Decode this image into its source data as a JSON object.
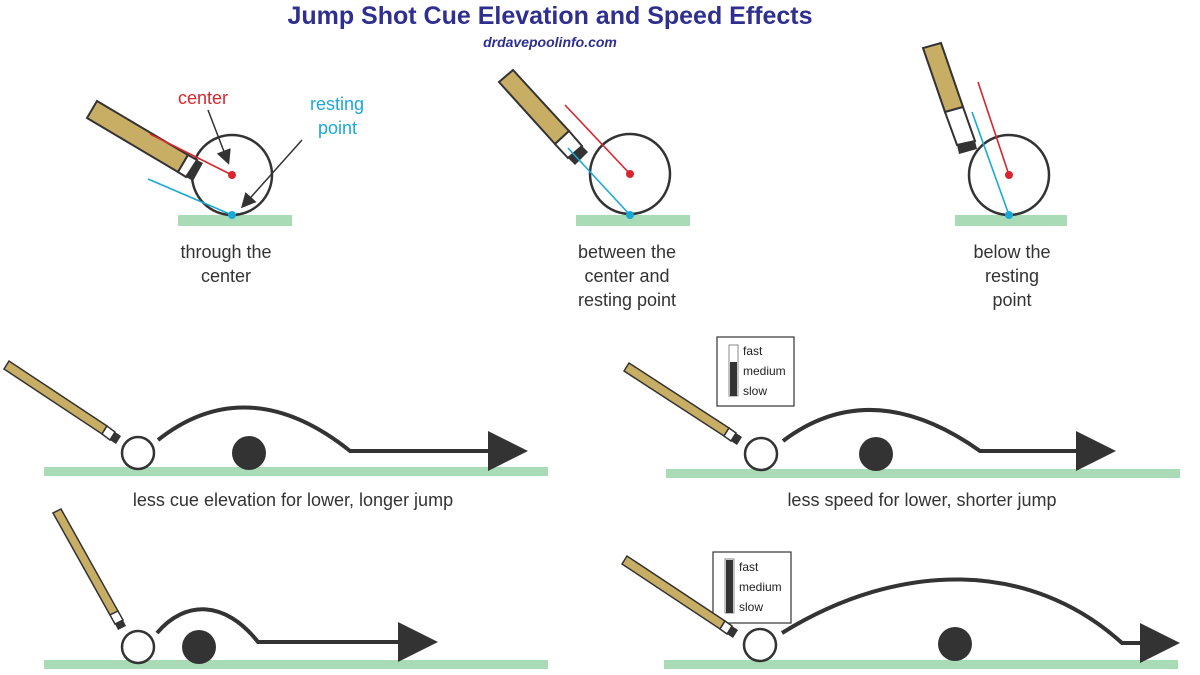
{
  "title": "Jump Shot Cue Elevation and Speed Effects",
  "subtitle": "drdavepoolinfo.com",
  "colors": {
    "title": "#2e2f8f",
    "center": "#d9262e",
    "resting": "#1aa8d8",
    "table": "#a9dbb6",
    "cue": "#c8ad64"
  },
  "top_panels": {
    "center_label": "center",
    "resting_label_1": "resting",
    "resting_label_2": "point",
    "captions": [
      [
        "through the",
        "center"
      ],
      [
        "between the",
        "center and",
        "resting point"
      ],
      [
        "below the",
        "resting",
        "point"
      ]
    ]
  },
  "bottom_panels": {
    "elevation_caption": "less cue elevation for lower, longer jump",
    "speed_caption": "less speed for lower, shorter jump",
    "speed_legend": [
      "fast",
      "medium",
      "slow"
    ]
  }
}
